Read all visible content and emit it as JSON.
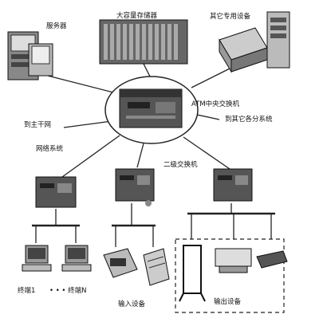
{
  "diagram": {
    "central_switch": "ATM中央交换机",
    "secondary_switch": "二级交换机",
    "server": "服务器",
    "mass_storage": "大容量存储器",
    "other_dedicated": "其它专用设备",
    "to_backbone": "到主干网",
    "network_system": "网络系统",
    "to_subsystems": "到其它各分系统",
    "terminal_1": "终端1",
    "terminal_n": "• • • 终端N",
    "input_devices": "输入设备",
    "output_devices": "输出设备"
  }
}
